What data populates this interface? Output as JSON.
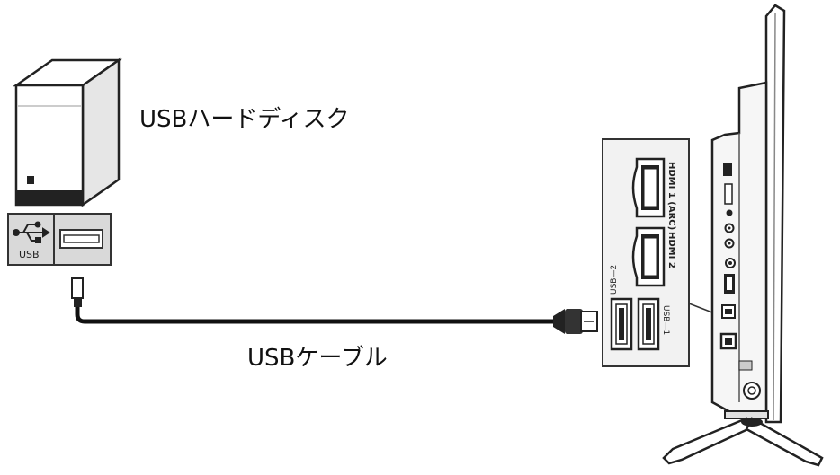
{
  "labels": {
    "hdd": "USBハードディスク",
    "cable": "USBケーブル"
  },
  "hdd_port": {
    "usb_text": "USB",
    "icon": "usb-trident-icon"
  },
  "tv_panel": {
    "hdmi1_text": "HDMI 1 (ARC)",
    "hdmi2_text": "HDMI 2",
    "usb1_text": "USB—1",
    "usb2_text": "USB—2"
  },
  "colors": {
    "outline": "#222222",
    "panel_fill": "#f2f2f2",
    "cable": "#111111"
  }
}
